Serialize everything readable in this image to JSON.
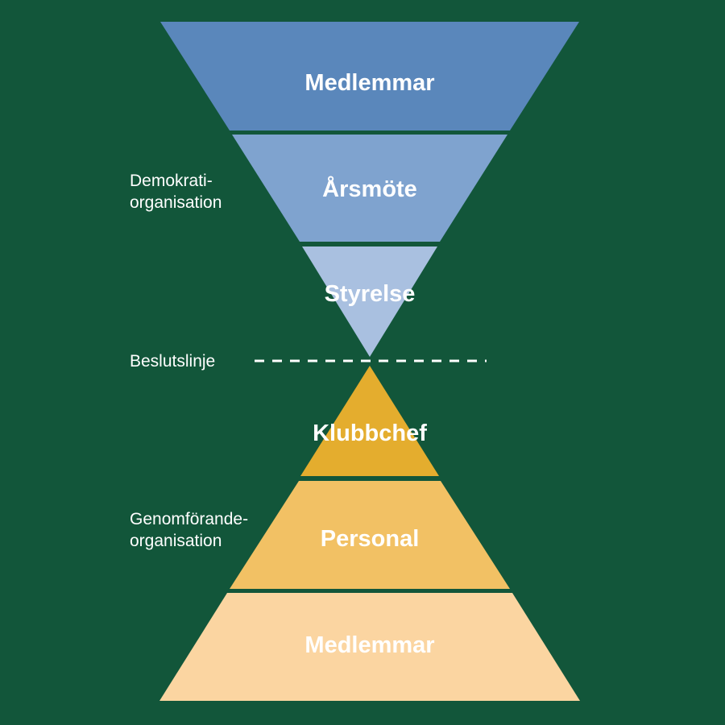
{
  "diagram": {
    "top_funnel": [
      {
        "label": "Medlemmar",
        "color": "#5a87bb"
      },
      {
        "label": "Årsmöte",
        "color": "#7fa3cf"
      },
      {
        "label": "Styrelse",
        "color": "#a9c0e0"
      }
    ],
    "bottom_pyramid": [
      {
        "label": "Klubbchef",
        "color": "#e4ad2e"
      },
      {
        "label": "Personal",
        "color": "#f2c164"
      },
      {
        "label": "Medlemmar",
        "color": "#fbd5a1"
      }
    ],
    "side_labels": {
      "democracy": {
        "line1": "Demokrati-",
        "line2": "organisation"
      },
      "decision": "Beslutslinje",
      "execution": {
        "line1": "Genomförande-",
        "line2": "organisation"
      }
    },
    "colors": {
      "background": "#12563a",
      "text": "#ffffff",
      "dashed_line": "#ffffff"
    }
  }
}
